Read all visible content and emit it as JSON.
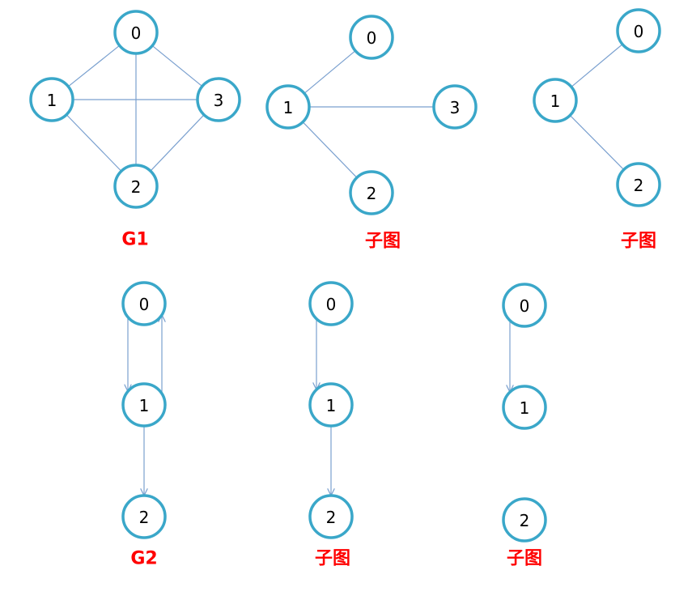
{
  "graphs": [
    {
      "caption": "G1",
      "directed": false,
      "nodes": [
        "0",
        "1",
        "2",
        "3"
      ],
      "edges": [
        [
          "0",
          "1"
        ],
        [
          "0",
          "3"
        ],
        [
          "0",
          "2"
        ],
        [
          "1",
          "3"
        ],
        [
          "1",
          "2"
        ],
        [
          "3",
          "2"
        ]
      ]
    },
    {
      "caption": "子图",
      "directed": false,
      "nodes": [
        "0",
        "1",
        "2",
        "3"
      ],
      "edges": [
        [
          "1",
          "0"
        ],
        [
          "1",
          "3"
        ],
        [
          "1",
          "2"
        ]
      ]
    },
    {
      "caption": "子图",
      "directed": false,
      "nodes": [
        "0",
        "1",
        "2"
      ],
      "edges": [
        [
          "1",
          "0"
        ],
        [
          "1",
          "2"
        ]
      ]
    },
    {
      "caption": "G2",
      "directed": true,
      "nodes": [
        "0",
        "1",
        "2"
      ],
      "edges": [
        [
          "0",
          "1"
        ],
        [
          "1",
          "0"
        ],
        [
          "1",
          "2"
        ]
      ]
    },
    {
      "caption": "子图",
      "directed": true,
      "nodes": [
        "0",
        "1",
        "2"
      ],
      "edges": [
        [
          "0",
          "1"
        ],
        [
          "1",
          "2"
        ]
      ]
    },
    {
      "caption": "子图",
      "directed": true,
      "nodes": [
        "0",
        "1",
        "2"
      ],
      "edges": [
        [
          "0",
          "1"
        ]
      ]
    }
  ],
  "colors": {
    "node_stroke": "#3aa7c9",
    "edge": "#7aa0cf",
    "caption": "#ff0000"
  }
}
